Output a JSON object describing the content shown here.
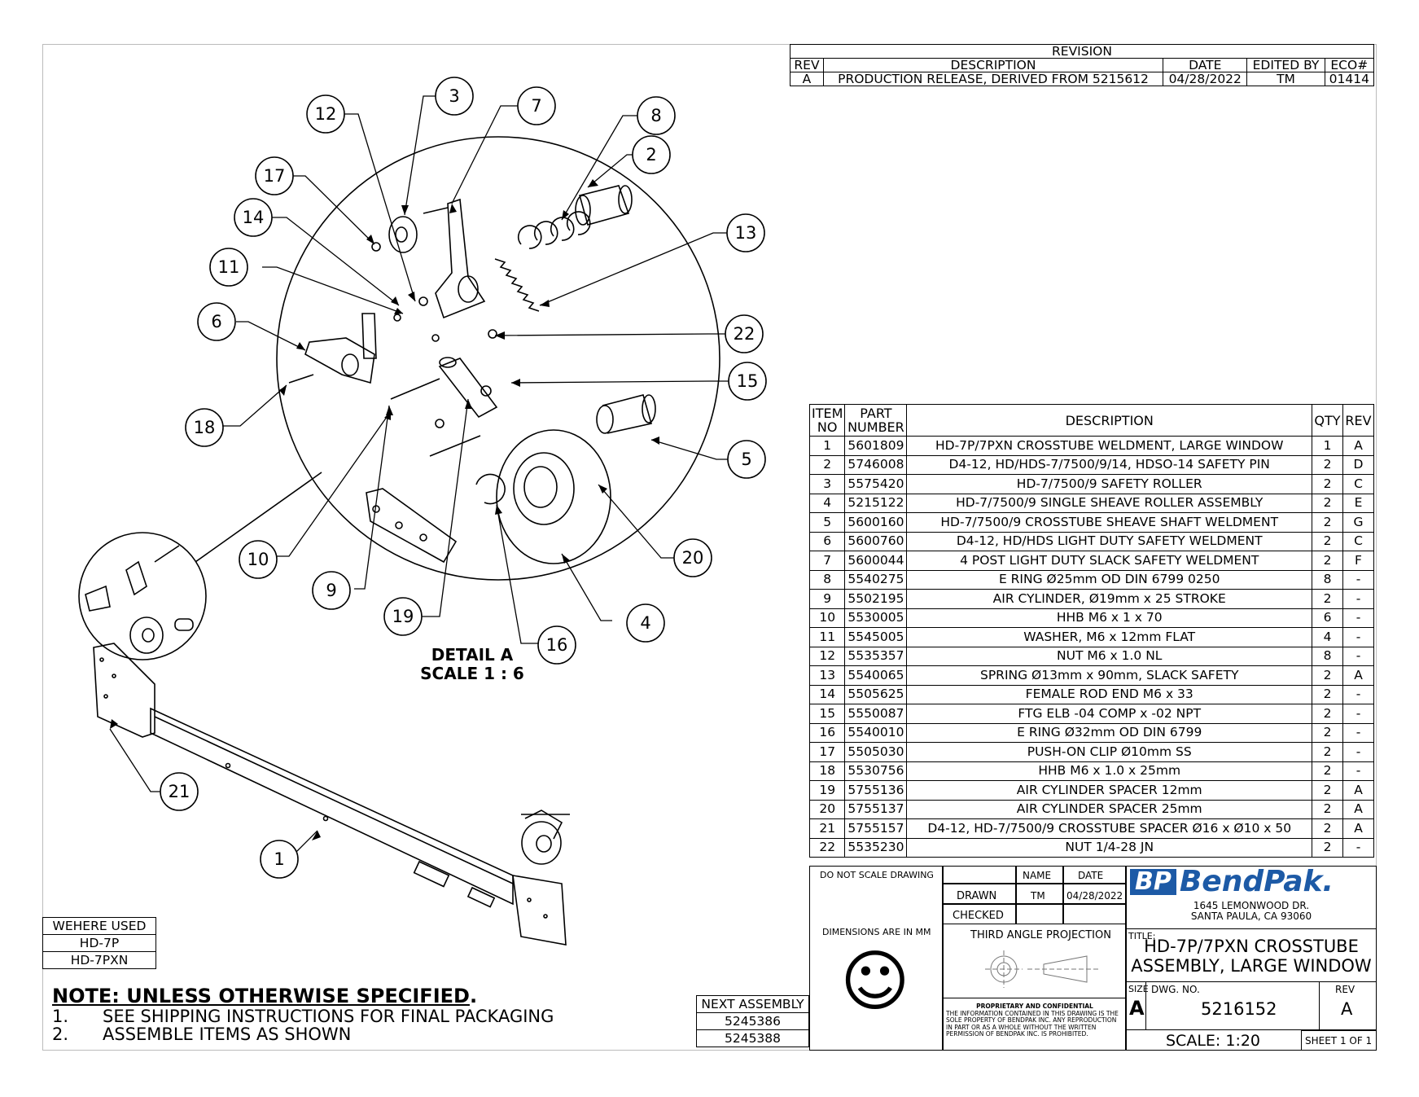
{
  "revision": {
    "title": "REVISION",
    "headers": [
      "REV",
      "DESCRIPTION",
      "DATE",
      "EDITED BY",
      "ECO#"
    ],
    "rows": [
      [
        "A",
        "PRODUCTION RELEASE, DERIVED FROM 5215612",
        "04/28/2022",
        "TM",
        "01414"
      ]
    ]
  },
  "bom": {
    "headers": {
      "item": "ITEM NO",
      "part": "PART NUMBER",
      "desc": "DESCRIPTION",
      "qty": "QTY",
      "rev": "REV"
    },
    "rows": [
      [
        "1",
        "5601809",
        "HD-7P/7PXN CROSSTUBE WELDMENT, LARGE WINDOW",
        "1",
        "A"
      ],
      [
        "2",
        "5746008",
        "D4-12, HD/HDS-7/7500/9/14, HDSO-14 SAFETY PIN",
        "2",
        "D"
      ],
      [
        "3",
        "5575420",
        "HD-7/7500/9 SAFETY ROLLER",
        "2",
        "C"
      ],
      [
        "4",
        "5215122",
        "HD-7/7500/9 SINGLE SHEAVE ROLLER ASSEMBLY",
        "2",
        "E"
      ],
      [
        "5",
        "5600160",
        "HD-7/7500/9 CROSSTUBE SHEAVE SHAFT WELDMENT",
        "2",
        "G"
      ],
      [
        "6",
        "5600760",
        "D4-12, HD/HDS LIGHT DUTY SAFETY WELDMENT",
        "2",
        "C"
      ],
      [
        "7",
        "5600044",
        "4 POST LIGHT DUTY SLACK SAFETY WELDMENT",
        "2",
        "F"
      ],
      [
        "8",
        "5540275",
        "E RING Ø25mm OD DIN 6799 0250",
        "8",
        "-"
      ],
      [
        "9",
        "5502195",
        "AIR CYLINDER, Ø19mm x 25 STROKE",
        "2",
        "-"
      ],
      [
        "10",
        "5530005",
        "HHB M6 x 1 x 70",
        "6",
        "-"
      ],
      [
        "11",
        "5545005",
        "WASHER, M6 x 12mm FLAT",
        "4",
        "-"
      ],
      [
        "12",
        "5535357",
        "NUT M6 x 1.0 NL",
        "8",
        "-"
      ],
      [
        "13",
        "5540065",
        "SPRING Ø13mm x 90mm, SLACK SAFETY",
        "2",
        "A"
      ],
      [
        "14",
        "5505625",
        "FEMALE ROD END M6 x 33",
        "2",
        "-"
      ],
      [
        "15",
        "5550087",
        "FTG ELB -04 COMP x -02 NPT",
        "2",
        "-"
      ],
      [
        "16",
        "5540010",
        "E RING Ø32mm OD DIN 6799",
        "2",
        "-"
      ],
      [
        "17",
        "5505030",
        "PUSH-ON CLIP Ø10mm SS",
        "2",
        "-"
      ],
      [
        "18",
        "5530756",
        "HHB M6 x 1.0 x 25mm",
        "2",
        "-"
      ],
      [
        "19",
        "5755136",
        "AIR CYLINDER SPACER 12mm",
        "2",
        "A"
      ],
      [
        "20",
        "5755137",
        "AIR CYLINDER SPACER 25mm",
        "2",
        "A"
      ],
      [
        "21",
        "5755157",
        "D4-12, HD-7/7500/9 CROSSTUBE SPACER  Ø16 x Ø10 x 50",
        "2",
        "A"
      ],
      [
        "22",
        "5535230",
        "NUT 1/4-28 JN",
        "2",
        "-"
      ]
    ]
  },
  "where_used": {
    "title": "WEHERE USED",
    "items": [
      "HD-7P",
      "HD-7PXN"
    ]
  },
  "next_assembly": {
    "title": "NEXT ASSEMBLY",
    "items": [
      "5245386",
      "5245388"
    ]
  },
  "notes": {
    "title": "NOTE: UNLESS OTHERWISE SPECIFIED",
    "items": [
      {
        "num": "1.",
        "text": "SEE SHIPPING INSTRUCTIONS FOR FINAL PACKAGING"
      },
      {
        "num": "2.",
        "text": "ASSEMBLE ITEMS AS SHOWN"
      }
    ]
  },
  "detail": {
    "line1": "DETAIL A",
    "line2": "SCALE 1 : 6"
  },
  "title_block": {
    "do_not_scale": "DO NOT SCALE DRAWING",
    "dimensions": "DIMENSIONS ARE IN MM",
    "name_hdr": "NAME",
    "date_hdr": "DATE",
    "drawn_lbl": "DRAWN",
    "drawn_name": "TM",
    "drawn_date": "04/28/2022",
    "checked_lbl": "CHECKED",
    "projection": "THIRD ANGLE PROJECTION",
    "proprietary_title": "PROPRIETARY AND CONFIDENTIAL",
    "proprietary_text": "THE INFORMATION CONTAINED IN THIS DRAWING IS THE SOLE PROPERTY OF BENDPAK INC. ANY REPRODUCTION IN PART OR AS A WHOLE WITHOUT THE WRITTEN PERMISSION OF BENDPAK INC. IS PROHIBITED.",
    "logo_bp": "BP",
    "logo_name": "BendPak.",
    "address1": "1645 LEMONWOOD DR.",
    "address2": "SANTA PAULA, CA 93060",
    "title_lbl": "TITLE:",
    "title_line1": "HD-7P/7PXN CROSSTUBE",
    "title_line2": "ASSEMBLY, LARGE WINDOW",
    "size_lbl": "SIZE",
    "size": "A",
    "dwg_lbl": "DWG.  NO.",
    "dwg_no": "5216152",
    "rev_lbl": "REV",
    "rev": "A",
    "scale": "SCALE: 1:20",
    "sheet": "SHEET 1 OF 1",
    "smiley": "☺"
  },
  "balloons": [
    "1",
    "2",
    "3",
    "4",
    "5",
    "6",
    "7",
    "8",
    "9",
    "10",
    "11",
    "12",
    "13",
    "14",
    "15",
    "16",
    "17",
    "18",
    "19",
    "20",
    "21",
    "22"
  ]
}
